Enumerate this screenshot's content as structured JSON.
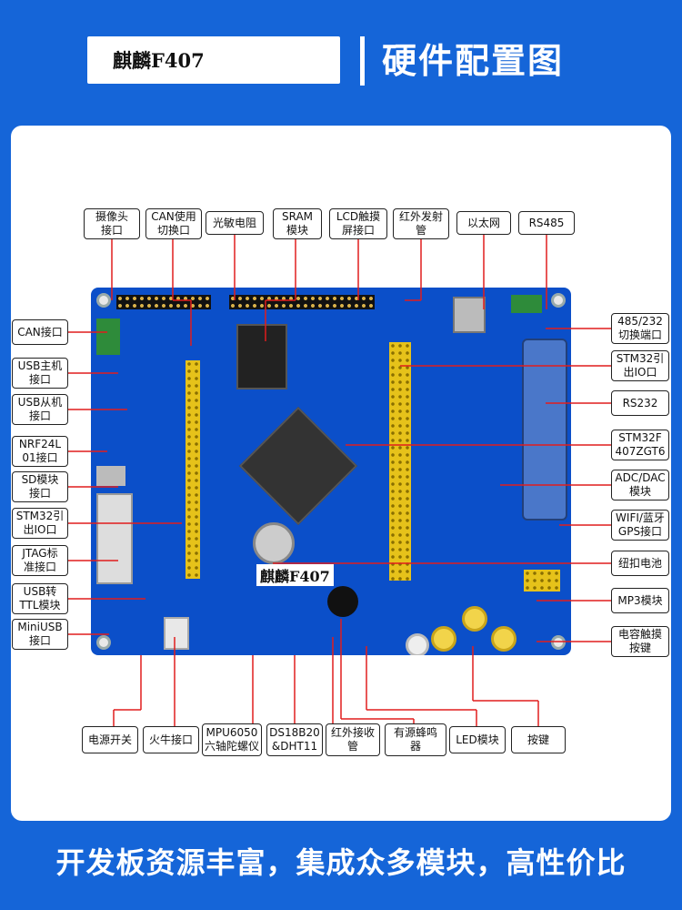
{
  "header": {
    "product_name": "麒麟F407",
    "title": "硬件配置图"
  },
  "footer": {
    "slogan": "开发板资源丰富，集成众多模块，高性价比"
  },
  "board": {
    "center_label": "麒麟F407"
  },
  "labels": {
    "top": [
      "摄像头\n接口",
      "CAN使用\n切换口",
      "光敏电阻",
      "SRAM\n模块",
      "LCD触摸\n屏接口",
      "红外发射\n管",
      "以太网",
      "RS485"
    ],
    "left": [
      "CAN接口",
      "USB主机\n接口",
      "USB从机\n接口",
      "NRF24L\n01接口",
      "SD模块\n接口",
      "STM32引\n出IO口",
      "JTAG标\n准接口",
      "USB转\nTTL模块",
      "MiniUSB\n接口"
    ],
    "right": [
      "485/232\n切换端口",
      "STM32引\n出IO口",
      "RS232",
      "STM32F\n407ZGT6",
      "ADC/DAC\n模块",
      "WIFI/蓝牙\nGPS接口",
      "纽扣电池",
      "MP3模块",
      "电容触摸\n按键"
    ],
    "bottom": [
      "电源开关",
      "火牛接口",
      "MPU6050\n六轴陀螺仪",
      "DS18B20\n&DHT11",
      "红外接收\n管",
      "有源蜂鸣\n器",
      "LED模块",
      "按键"
    ]
  },
  "colors": {
    "background": "#1565d8",
    "board": "#0b4fc9",
    "leader_line": "#e11d1d"
  }
}
